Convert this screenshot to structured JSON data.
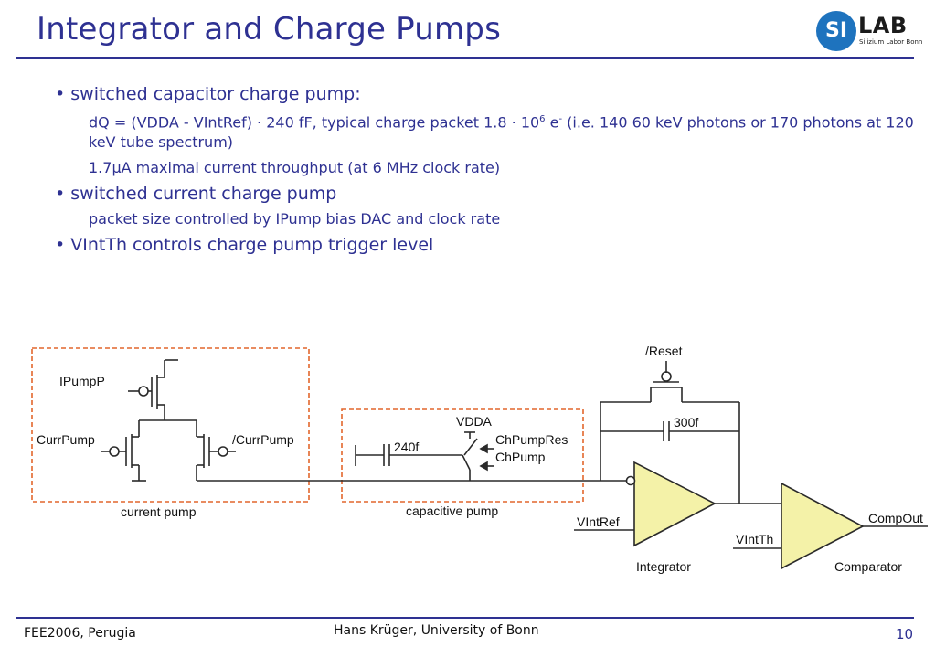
{
  "slide": {
    "title": "Integrator and Charge Pumps",
    "page_number": "10"
  },
  "logo": {
    "mark": "SI",
    "name": "LAB",
    "subtitle": "Silizium Labor Bonn",
    "colors": {
      "circle": "#1e73be",
      "text": "#1b1b1b"
    }
  },
  "bullets": [
    {
      "text": "switched capacitor charge pump:",
      "subs": [
        {
          "parts": [
            "dQ = (VDDA - VIntRef) · 240 fF, typical charge packet 1.8 · 10",
            "6",
            " e",
            "-",
            " (i.e. 140 60 keV photons or 170 photons at 120 keV tube spectrum)"
          ]
        },
        {
          "parts": [
            "1.7μA maximal current throughput (at 6 MHz clock rate)"
          ]
        }
      ]
    },
    {
      "text": "switched current charge pump",
      "subs": [
        {
          "parts": [
            "packet size controlled by IPump bias DAC and clock rate"
          ]
        }
      ]
    },
    {
      "text": "VIntTh controls charge pump trigger level",
      "subs": []
    }
  ],
  "diagram": {
    "labels": {
      "ipumpp": "IPumpP",
      "currpump": "CurrPump",
      "currpump_n": "/CurrPump",
      "current_pump": "current pump",
      "vdda": "VDDA",
      "cap_240f": "240f",
      "chpumpres": "ChPumpRes",
      "chpump": "ChPump",
      "capacitive_pump": "capacitive pump",
      "reset": "/Reset",
      "cap_300f": "300f",
      "vintref": "VIntRef",
      "integrator": "Integrator",
      "vintth": "VIntTh",
      "compout": "CompOut",
      "comparator": "Comparator"
    },
    "colors": {
      "box_border": "#e2672d",
      "amp_fill": "#f4f2a8",
      "wire": "#2a2a2a"
    }
  },
  "footer": {
    "left": "FEE2006, Perugia",
    "center": "Hans Krüger, University of Bonn"
  },
  "colors": {
    "accent": "#2e3192"
  }
}
